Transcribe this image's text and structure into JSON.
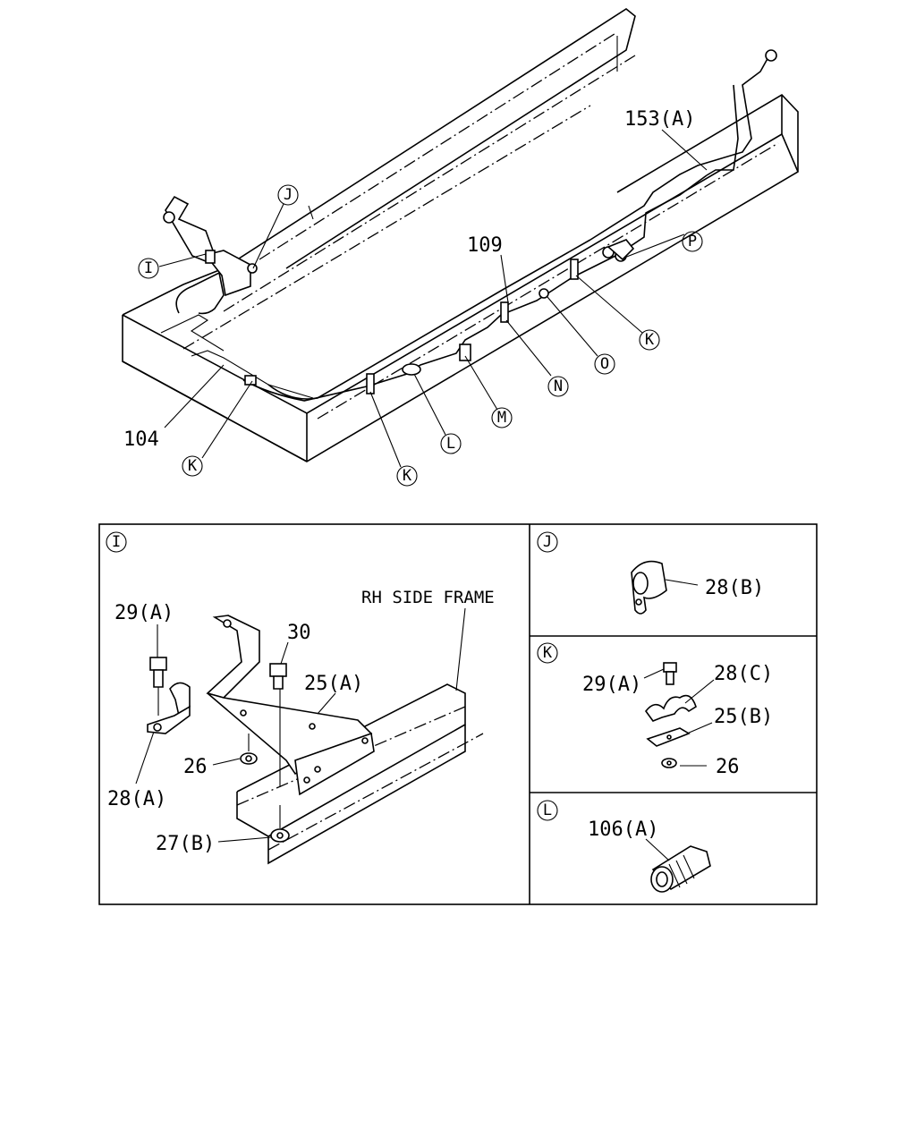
{
  "overview": {
    "labels": {
      "p153a": "153(A)",
      "p109": "109",
      "p104": "104"
    },
    "callouts": {
      "I": "I",
      "J": "J",
      "K1": "K",
      "K2": "K",
      "K3": "K",
      "L": "L",
      "M": "M",
      "N": "N",
      "O": "O",
      "P": "P"
    }
  },
  "detail_I": {
    "title": "I",
    "frame_label": "RH SIDE FRAME",
    "parts": {
      "p29a": "29(A)",
      "p30": "30",
      "p25a": "25(A)",
      "p26": "26",
      "p28a": "28(A)",
      "p27b": "27(B)"
    }
  },
  "detail_J": {
    "title": "J",
    "parts": {
      "p28b": "28(B)"
    }
  },
  "detail_K": {
    "title": "K",
    "parts": {
      "p29a": "29(A)",
      "p28c": "28(C)",
      "p25b": "25(B)",
      "p26": "26"
    }
  },
  "detail_L": {
    "title": "L",
    "parts": {
      "p106a": "106(A)"
    }
  }
}
